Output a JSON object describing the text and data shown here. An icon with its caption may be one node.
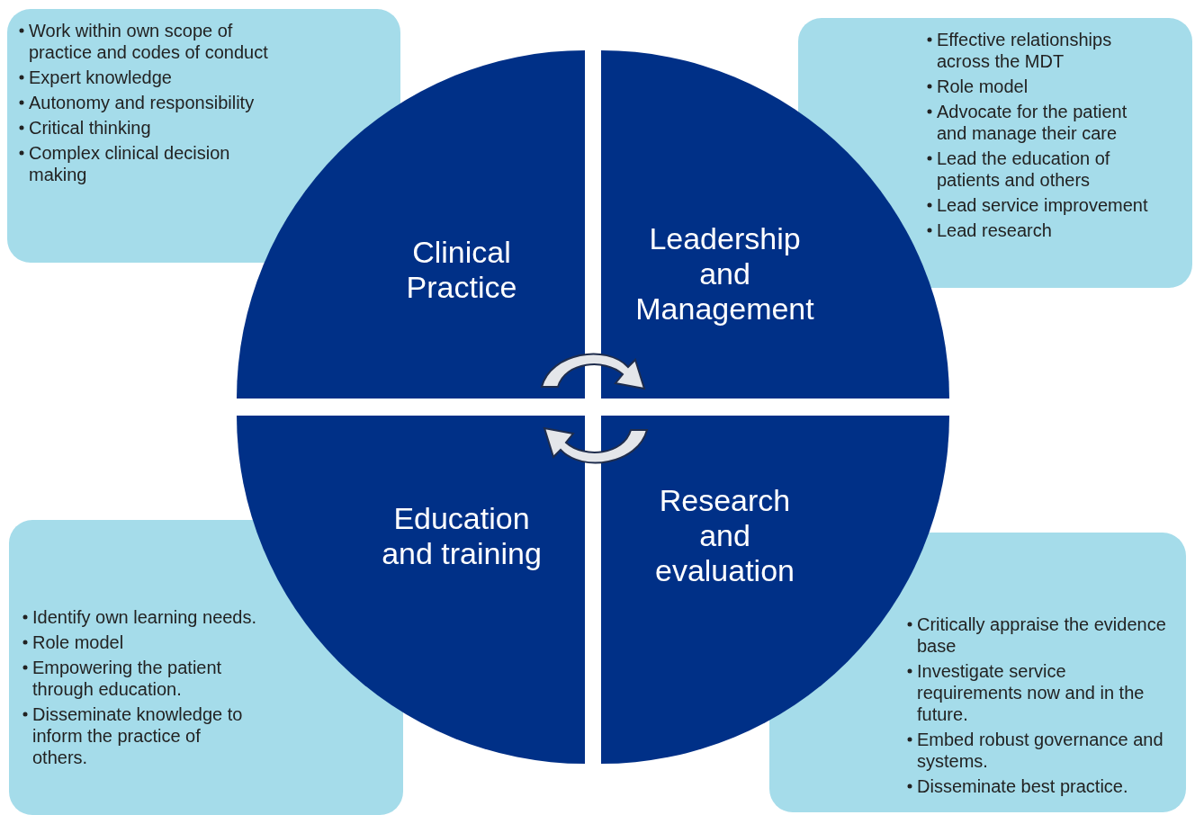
{
  "diagram": {
    "nodes": [
      {
        "text": [
          "Clinical Practice"
        ]
      },
      {
        "text": [
          "Leadership and Management"
        ]
      },
      {
        "text": [
          "Education and training"
        ]
      },
      {
        "text": [
          "Research and evaluation"
        ]
      },
      {
        "text": [
          "Work within own scope of practice and codes of conduct",
          "Expert knowledge",
          "Autonomy and responsibility",
          "Critical thinking",
          "Complex clinical decision making"
        ]
      },
      {
        "text": [
          "Effective relationships across the MDT",
          "Role model",
          "Advocate for the patient and manage their care",
          "Lead the education of patients and others",
          "Lead service improvement",
          "Lead research"
        ]
      },
      {
        "text": [
          "Identify own learning needs.",
          "Role model",
          "Empowering the patient through education.",
          "Disseminate knowledge to inform the practice of others."
        ]
      },
      {
        "text": [
          "Critically appraise the evidence base",
          "Investigate service requirements now and in the future.",
          "Embed robust governance and systems.",
          "Disseminate best practice."
        ]
      }
    ],
    "edges": []
  }
}
